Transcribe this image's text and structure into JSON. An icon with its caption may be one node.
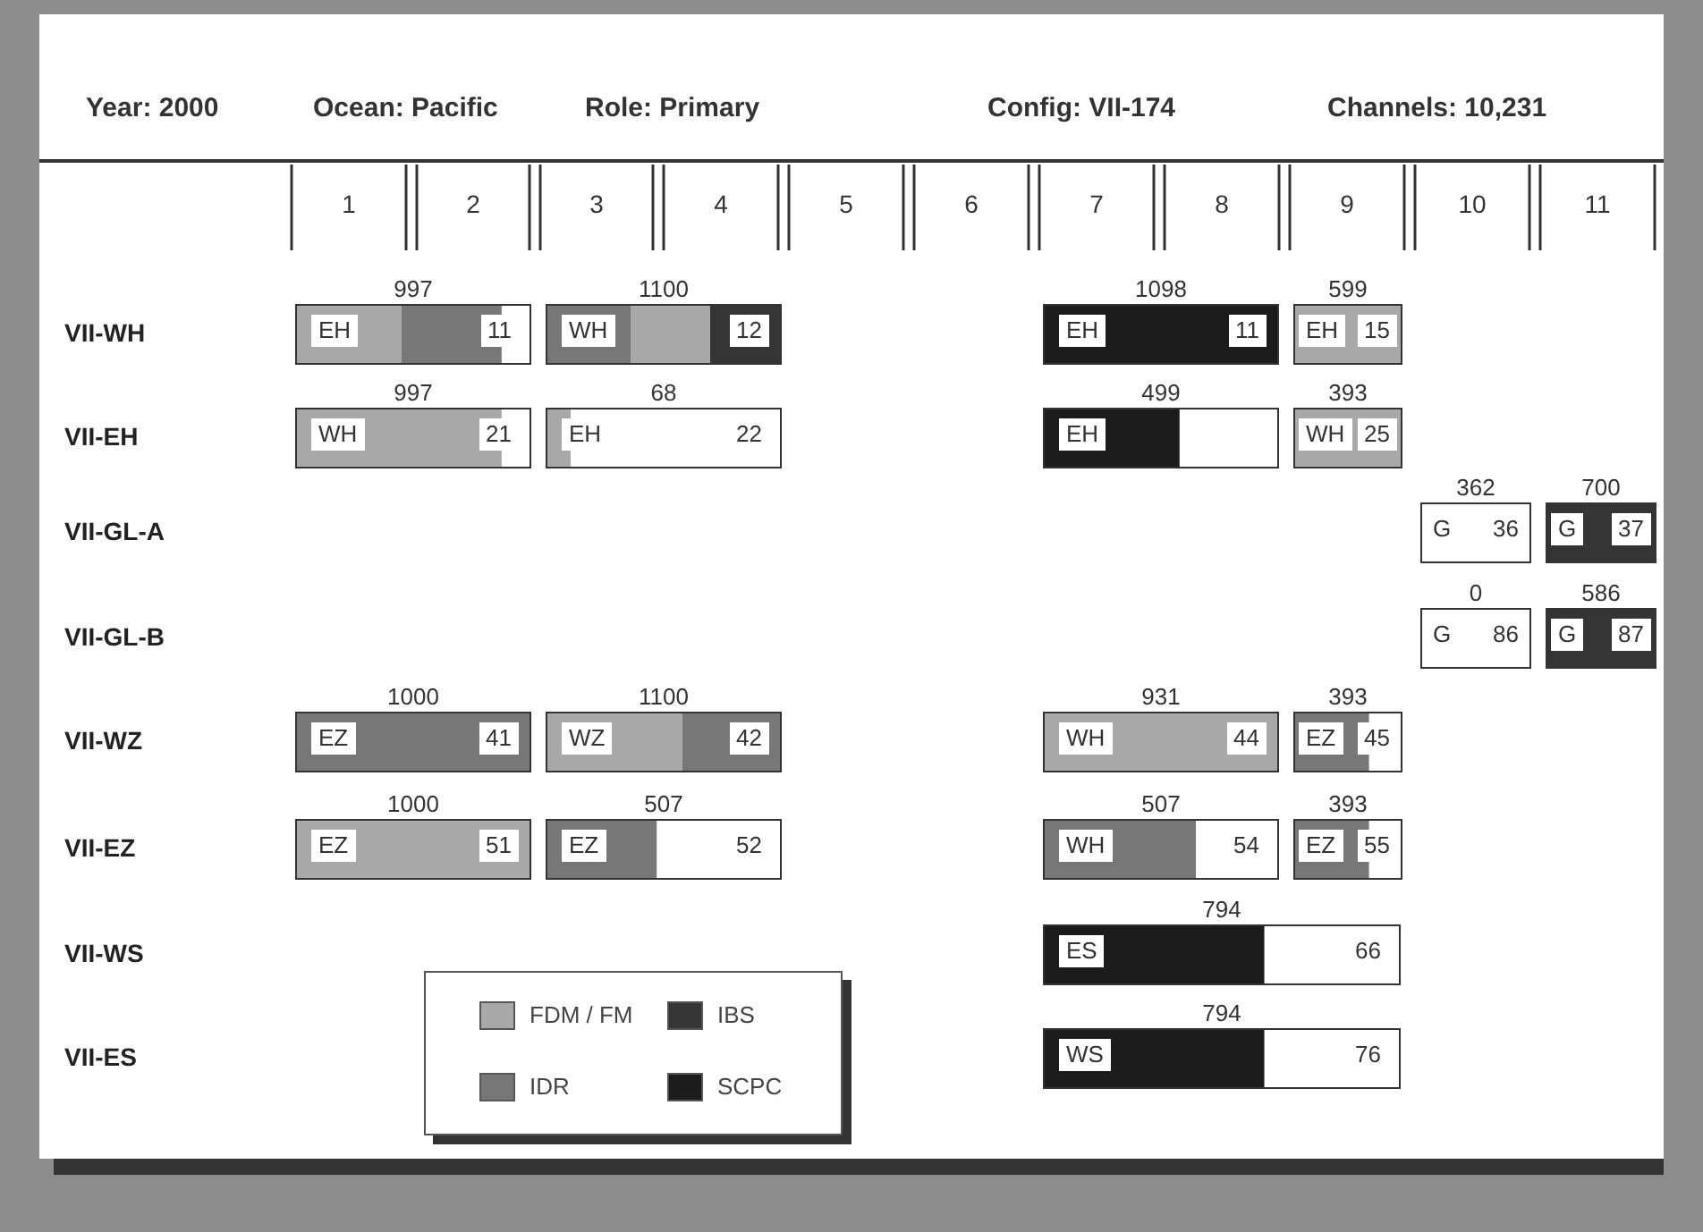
{
  "diagram": {
    "nodes": [
      {
        "text": [
          "EH",
          "11"
        ],
        "beside": [
          "997"
        ]
      },
      {
        "text": [
          "WH",
          "12"
        ],
        "beside": [
          "1100"
        ]
      },
      {
        "text": [
          "EH",
          "11"
        ],
        "beside": [
          "1098"
        ]
      },
      {
        "text": [
          "EH",
          "15"
        ],
        "beside": [
          "599"
        ]
      },
      {
        "text": [
          "WH",
          "21"
        ],
        "beside": [
          "997"
        ]
      },
      {
        "text": [
          "EH",
          "22"
        ],
        "beside": [
          "68"
        ]
      },
      {
        "text": [
          "EH"
        ],
        "beside": [
          "499"
        ]
      },
      {
        "text": [
          "WH",
          "25"
        ],
        "beside": [
          "393"
        ]
      },
      {
        "text": [
          "G",
          "36"
        ],
        "beside": [
          "362"
        ]
      },
      {
        "text": [
          "G",
          "37"
        ],
        "beside": [
          "700"
        ]
      },
      {
        "text": [
          "G",
          "86"
        ],
        "beside": [
          "0"
        ]
      },
      {
        "text": [
          "G",
          "87"
        ],
        "beside": [
          "586"
        ]
      },
      {
        "text": [
          "EZ",
          "41"
        ],
        "beside": [
          "1000"
        ]
      },
      {
        "text": [
          "WZ",
          "42"
        ],
        "beside": [
          "1100"
        ]
      },
      {
        "text": [
          "WH",
          "44"
        ],
        "beside": [
          "931"
        ]
      },
      {
        "text": [
          "EZ",
          "45"
        ],
        "beside": [
          "393"
        ]
      },
      {
        "text": [
          "EZ",
          "51"
        ],
        "beside": [
          "1000"
        ]
      },
      {
        "text": [
          "EZ",
          "52"
        ],
        "beside": [
          "507"
        ]
      },
      {
        "text": [
          "WH",
          "54"
        ],
        "beside": [
          "507"
        ]
      },
      {
        "text": [
          "EZ",
          "55"
        ],
        "beside": [
          "393"
        ]
      },
      {
        "text": [
          "ES",
          "66"
        ],
        "beside": [
          "794"
        ]
      },
      {
        "text": [
          "WS",
          "76"
        ],
        "beside": [
          "794"
        ]
      }
    ],
    "labels": [
      "Year:  2000",
      "Ocean: Pacific",
      "Role: Primary",
      "Config: VII-174",
      "Channels:  10,231",
      "1",
      "2",
      "3",
      "4",
      "5",
      "6",
      "7",
      "8",
      "9",
      "10",
      "11",
      "VII-WH",
      "VII-EH",
      "VII-GL-A",
      "VII-GL-B",
      "VII-WZ",
      "VII-EZ",
      "VII-WS",
      "VII-ES"
    ],
    "legend": [
      {
        "text": "FDM / FM",
        "color": "#a9a9a9"
      },
      {
        "text": "IBS",
        "color": "#353535"
      },
      {
        "text": "IDR",
        "color": "#777777"
      },
      {
        "text": "SCPC",
        "color": "#1c1c1c"
      }
    ]
  }
}
